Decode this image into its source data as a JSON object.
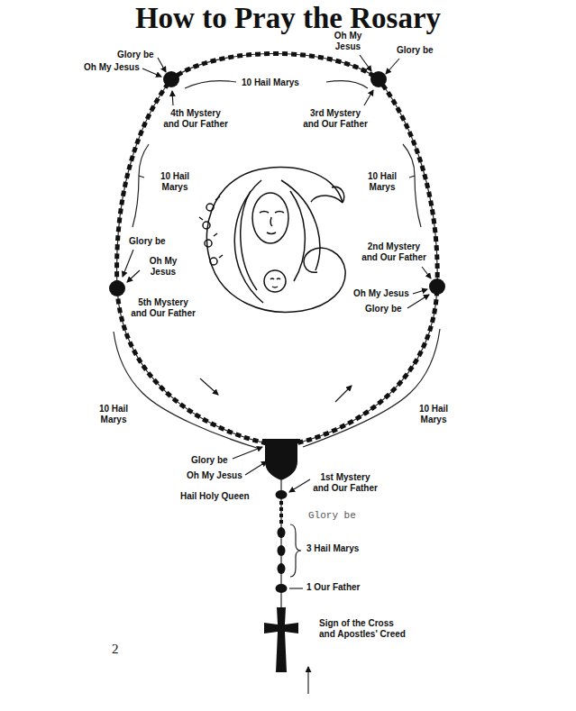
{
  "diagram": {
    "title": "How to Pray the Rosary",
    "labels": [
      "Glory be",
      "Oh My Jesus",
      "10 Hail Marys",
      "Oh My Jesus",
      "Glory be",
      "4th Mystery and Our Father",
      "3rd Mystery and Our Father",
      "10 Hail Marys",
      "10 Hail Marys",
      "Glory be",
      "Oh My Jesus",
      "5th Mystery and Our Father",
      "2nd Mystery and Our Father",
      "Oh My Jesus",
      "Glory be",
      "10 Hail Marys",
      "10 Hail Marys",
      "Glory be",
      "Oh My Jesus",
      "Hail Holy Queen",
      "1st Mystery and Our Father",
      "Glory be",
      "3 Hail Marys",
      "1 Our Father",
      "Sign of the Cross and Apostles' Creed",
      "2"
    ]
  }
}
